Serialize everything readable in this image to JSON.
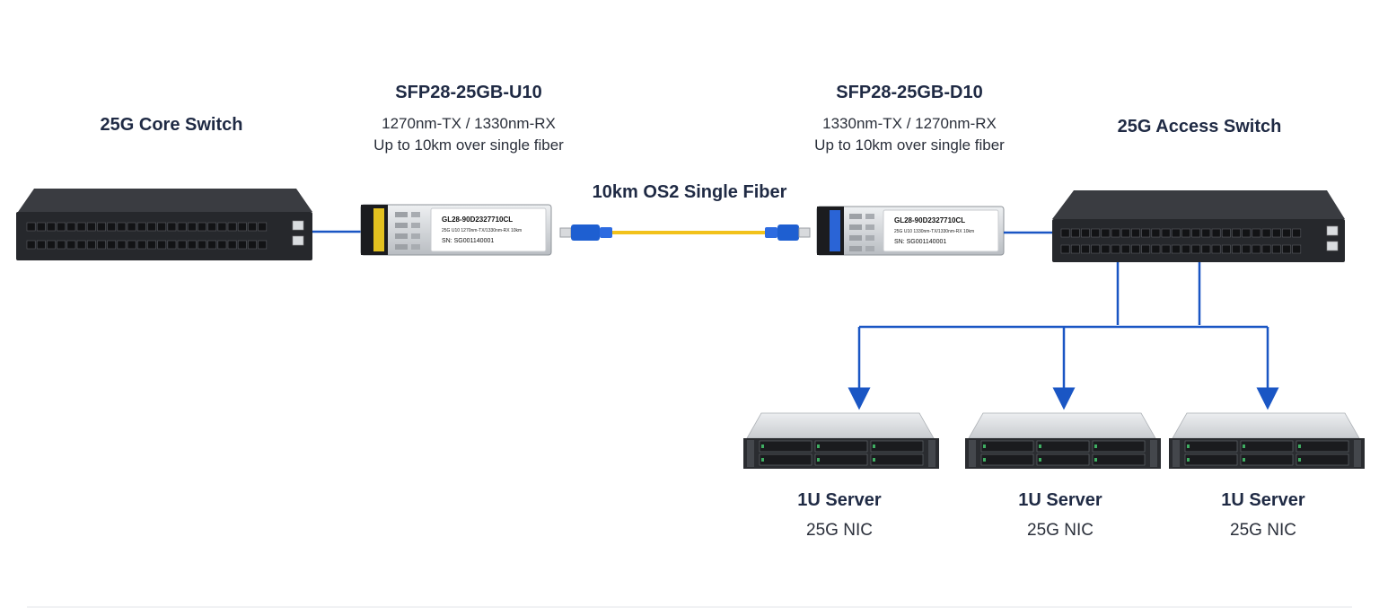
{
  "core_switch": {
    "title": "25G Core Switch"
  },
  "access_switch": {
    "title": "25G Access Switch"
  },
  "module_u": {
    "model": "SFP28-25GB-U10",
    "wavelengths": "1270nm-TX / 1330nm-RX",
    "reach": "Up to 10km over single fiber",
    "label_pn": "GL28-90D2327710CL",
    "label_desc": "25G U10 1270nm-TX/1330nm-RX 10km",
    "label_sn": "SN: SG001140001"
  },
  "module_d": {
    "model": "SFP28-25GB-D10",
    "wavelengths": "1330nm-TX / 1270nm-RX",
    "reach": "Up to 10km over single fiber",
    "label_pn": "GL28-90D2327710CL",
    "label_desc": "25G U10 1330nm-TX/1330nm-RX 10km",
    "label_sn": "SN: SG001140001"
  },
  "fiber": {
    "label": "10km OS2 Single Fiber"
  },
  "servers": [
    {
      "title": "1U Server",
      "nic": "25G NIC"
    },
    {
      "title": "1U Server",
      "nic": "25G NIC"
    },
    {
      "title": "1U Server",
      "nic": "25G NIC"
    }
  ],
  "colors": {
    "link_blue": "#1a56c4",
    "fiber_yellow": "#f2c21b",
    "connector_blue": "#1e5fd1",
    "switch_body": "#2b2d31",
    "server_body": "#d9dcdf"
  }
}
